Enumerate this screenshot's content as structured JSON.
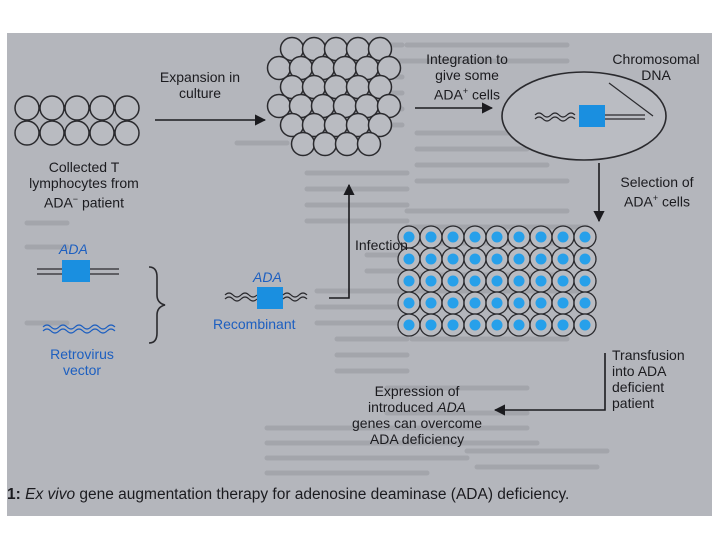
{
  "diagram": {
    "step_collected": [
      "Collected T",
      "lymphocytes from",
      "ADA",
      "−",
      " patient"
    ],
    "step_expansion": [
      "Expansion in",
      "culture"
    ],
    "step_integration": [
      "Integration to",
      "give some",
      "ADA",
      "+",
      " cells"
    ],
    "step_chromosomal": [
      "Chromosomal",
      "DNA"
    ],
    "step_selection": [
      "Selection of",
      "ADA",
      "+",
      " cells"
    ],
    "step_infection": "Infection",
    "gene_label": "ADA",
    "gene_label_recombinant": "ADA",
    "recombinant": "Recombinant",
    "retrovirus": [
      "Retrovirus",
      "vector"
    ],
    "step_transfusion": [
      "Transfusion",
      "into ADA",
      "deficient",
      "patient"
    ],
    "step_expression": [
      "Expression of",
      "introduced ",
      "ADA",
      "genes can overcome",
      "ADA deficiency"
    ]
  },
  "caption": {
    "number": "1:",
    "italic": "Ex vivo",
    "rest": " gene augmentation therapy for adenosine deaminase (ADA) deficiency."
  },
  "colors": {
    "background": "#b4b6bc",
    "cell_fill": "#b9bbc1",
    "cell_stroke": "#2a2a2e",
    "gene_blue": "#1a8fe0",
    "nucleus_blue": "#27a0ea",
    "text": "#1b1b1f",
    "blue_text": "#1d5fc0"
  }
}
